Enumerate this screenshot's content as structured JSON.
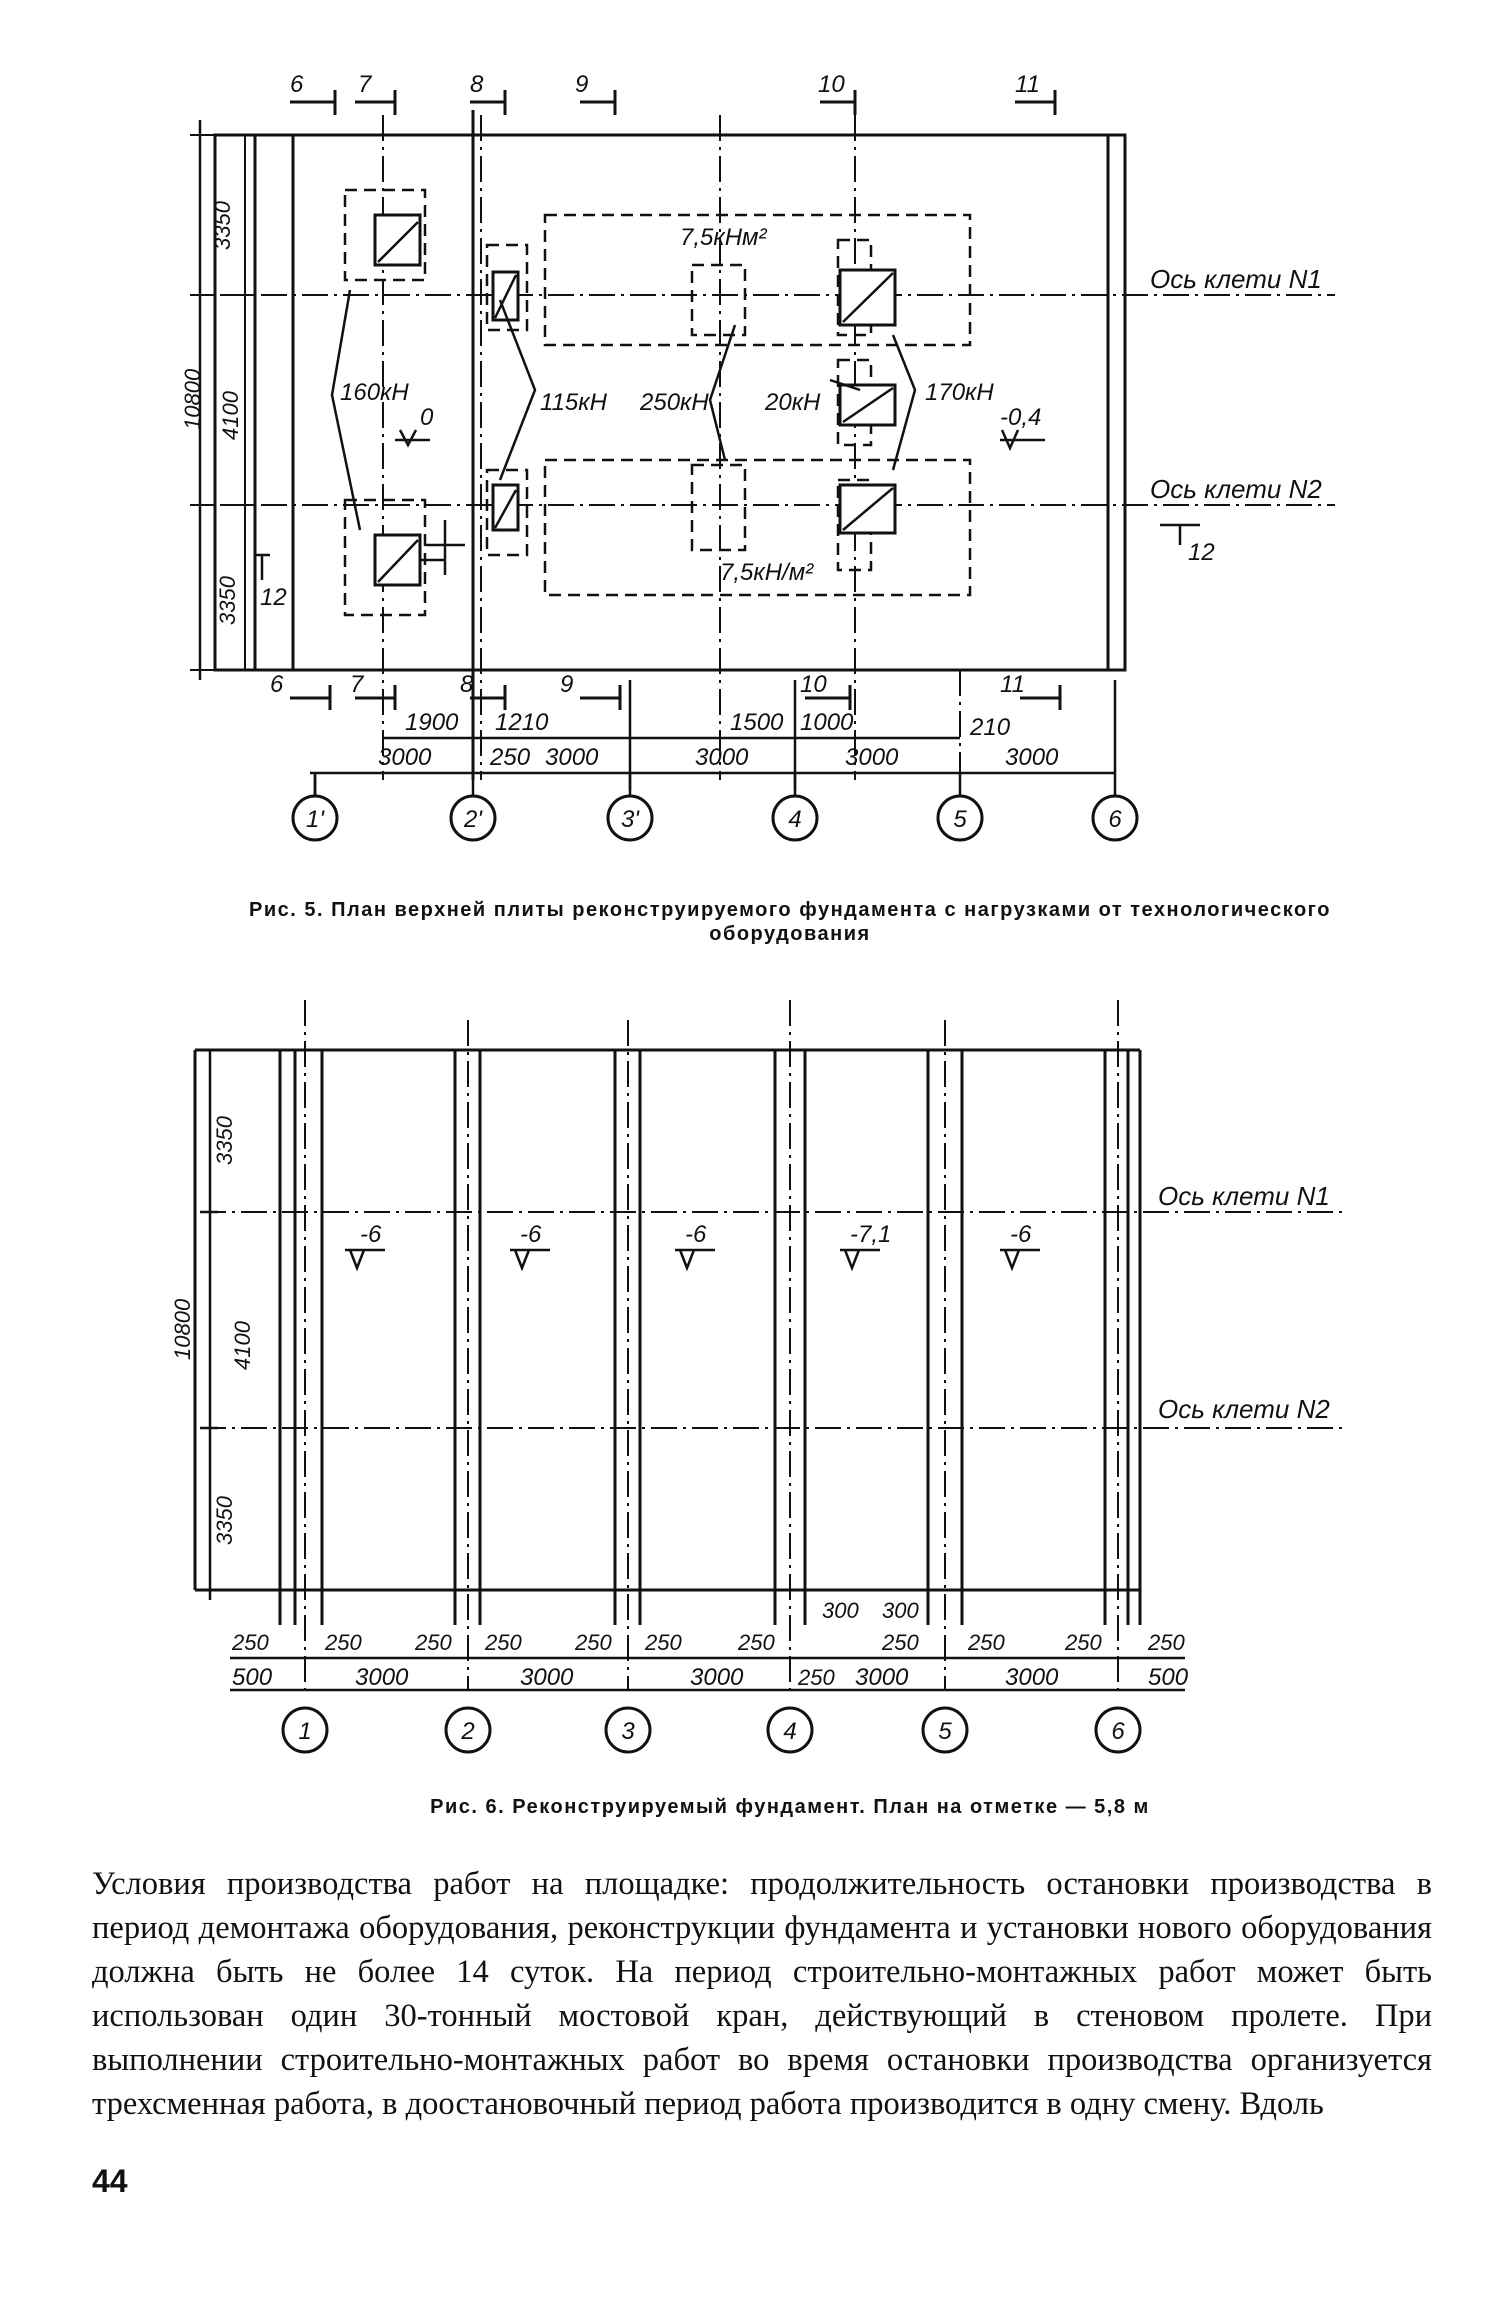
{
  "figure5": {
    "caption_line1": "Рис. 5. План верхней плиты реконструируемого фундамента с нагрузками от технологического",
    "caption_line2": "оборудования",
    "section_marks": [
      "6",
      "7",
      "8",
      "9",
      "10",
      "11"
    ],
    "dims_left": [
      "3350",
      "4100",
      "3350"
    ],
    "dim_total": "10800",
    "axis_labels": [
      "Ось клети N1",
      "Ось клети N2"
    ],
    "loads": {
      "l160": "160кН",
      "l115": "115кН",
      "l250": "250кН",
      "l20": "20кН",
      "l170": "170кН",
      "p1": "7,5кНм²",
      "p2": "7,5кН/м²"
    },
    "levels": [
      "0",
      "-0,4"
    ],
    "section12": "12",
    "dims_row1": [
      "1900",
      "1210",
      "1500",
      "1000",
      "210"
    ],
    "dims_row2": [
      "3000",
      "250",
      "3000",
      "3000",
      "3000",
      "3000"
    ],
    "axes": [
      "1'",
      "2'",
      "3'",
      "4",
      "5",
      "6"
    ]
  },
  "figure6": {
    "caption": "Рис. 6. Реконструируемый фундамент. План на отметке — 5,8 м",
    "dims_left": [
      "3350",
      "4100",
      "3350"
    ],
    "dim_total": "10800",
    "axis_labels": [
      "Ось клети N1",
      "Ось клети N2"
    ],
    "levels": [
      "-6",
      "-6",
      "-6",
      "-7,1",
      "-6"
    ],
    "dims_small": [
      "250",
      "250",
      "250",
      "250",
      "250",
      "250",
      "250",
      "250",
      "250",
      "250",
      "250",
      "250"
    ],
    "dims_300": [
      "300",
      "300"
    ],
    "dims_bottom": [
      "500",
      "3000",
      "3000",
      "3000",
      "3000",
      "3000",
      "500"
    ],
    "axes": [
      "1",
      "2",
      "3",
      "4",
      "5",
      "6"
    ]
  },
  "body_text": "Условия производства работ на площадке: продолжительность остановки производства в период демонтажа оборудования, реконструкции фундамента и установки нового оборудования должна быть не более 14 суток. На период строительно-монтажных работ может быть использован один 30-тонный мостовой кран, действующий в стеновом пролете. При выполнении строительно-монтажных работ во время остановки производства организуется трехсменная работа, в доостановочный период работа производится в одну смену. Вдоль",
  "page_number": "44"
}
